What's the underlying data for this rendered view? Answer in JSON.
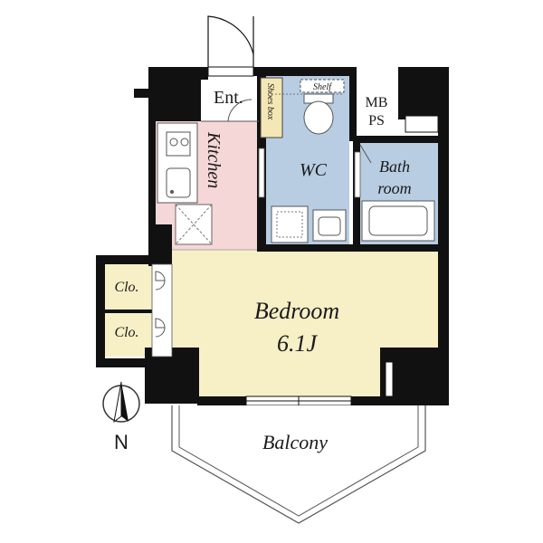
{
  "rooms": {
    "entrance": "Ent.",
    "shoes_box": "Shoes box",
    "shelf": "Shelf",
    "mb": "MB",
    "ps": "PS",
    "kitchen": "Kitchen",
    "wc": "WC",
    "bath_line1": "Bath",
    "bath_line2": "room",
    "closet_upper": "Clo.",
    "closet_lower": "Clo.",
    "bedroom": "Bedroom",
    "bedroom_size": "6.1J",
    "balcony": "Balcony"
  },
  "compass": {
    "label": "N"
  },
  "colors": {
    "wall": "#111111",
    "kitchen": "#f6d7d7",
    "bedroom": "#f7efc6",
    "wet_area": "#b8cde2",
    "shoes_box": "#f3e7b5"
  }
}
